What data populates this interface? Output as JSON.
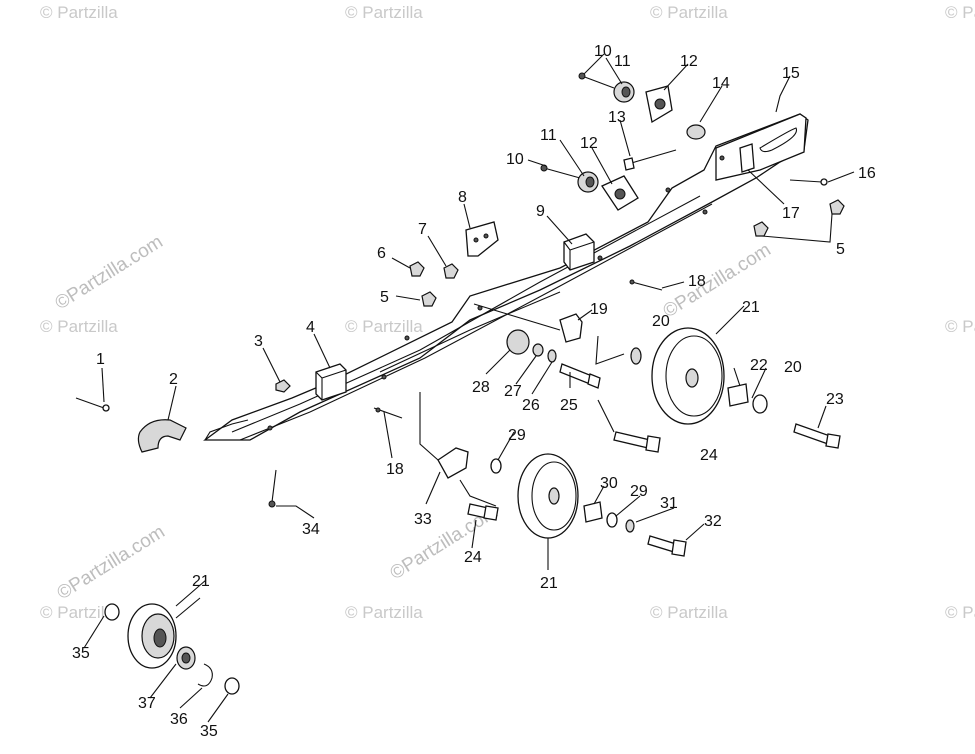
{
  "watermark": {
    "text": "© Partzilla",
    "diagonal_text": "©Partzilla.com"
  },
  "callouts": [
    "1",
    "2",
    "3",
    "4",
    "5",
    "5",
    "6",
    "7",
    "8",
    "9",
    "10",
    "10",
    "11",
    "11",
    "12",
    "12",
    "13",
    "14",
    "15",
    "16",
    "17",
    "18",
    "18",
    "19",
    "20",
    "20",
    "21",
    "21",
    "21",
    "21",
    "22",
    "23",
    "24",
    "24",
    "25",
    "26",
    "27",
    "28",
    "29",
    "29",
    "30",
    "31",
    "32",
    "33",
    "34",
    "35",
    "35",
    "36",
    "37"
  ],
  "colors": {
    "ink": "#111111",
    "watermark": "#c9c9c9",
    "background": "#ffffff"
  }
}
